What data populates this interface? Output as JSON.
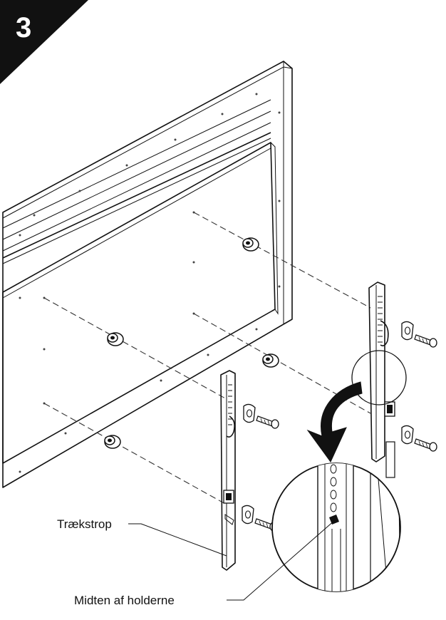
{
  "step": {
    "number": "3",
    "badge_color": "#111111"
  },
  "callouts": {
    "strap_label": "Trækstrop",
    "center_label": "Midten af holderne"
  },
  "icons": {
    "display_panel": "tv-back-panel",
    "spacers": "spacer-icon",
    "brackets": "mounting-bracket-icon",
    "screws": "screw-icon",
    "direction_arrow": "curved-arrow-icon",
    "magnifier": "detail-circle-icon"
  }
}
